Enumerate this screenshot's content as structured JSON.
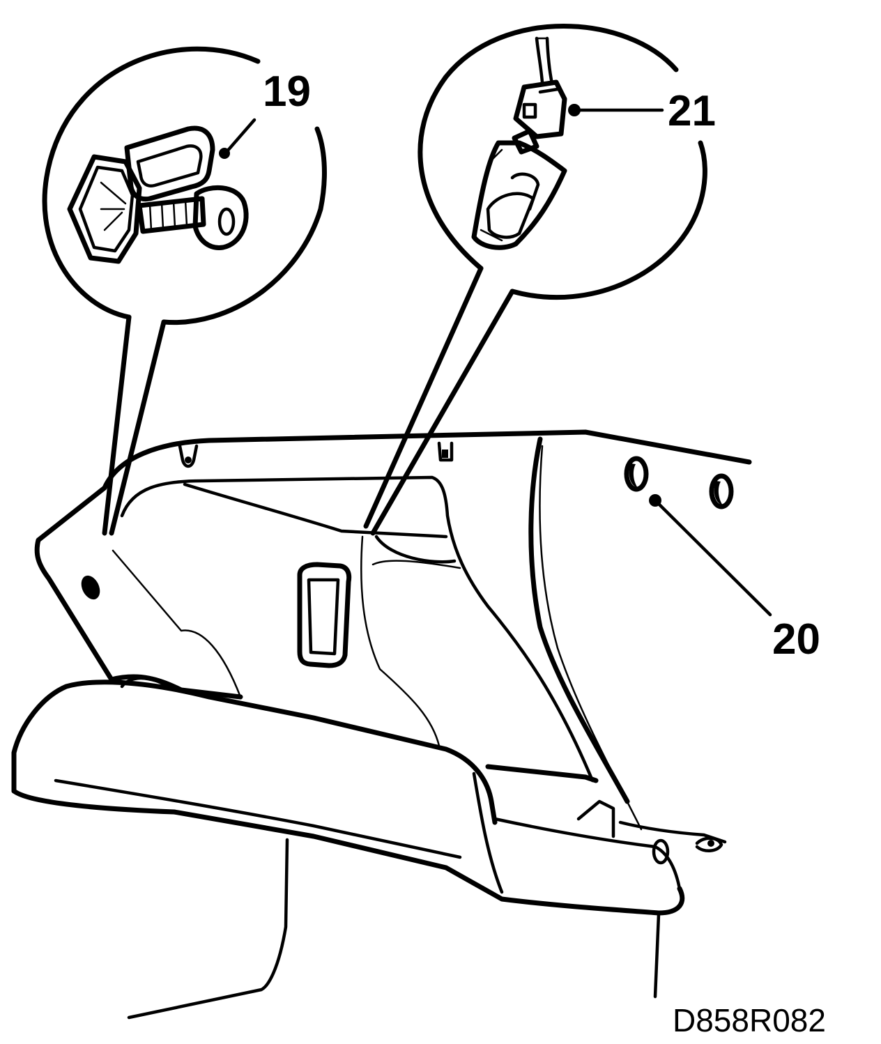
{
  "diagram": {
    "callouts": [
      {
        "id": "19",
        "label": "19"
      },
      {
        "id": "20",
        "label": "20"
      },
      {
        "id": "21",
        "label": "21"
      }
    ],
    "drawing_code": "D858R082",
    "colors": {
      "ink": "#000000",
      "paper": "#ffffff"
    }
  }
}
